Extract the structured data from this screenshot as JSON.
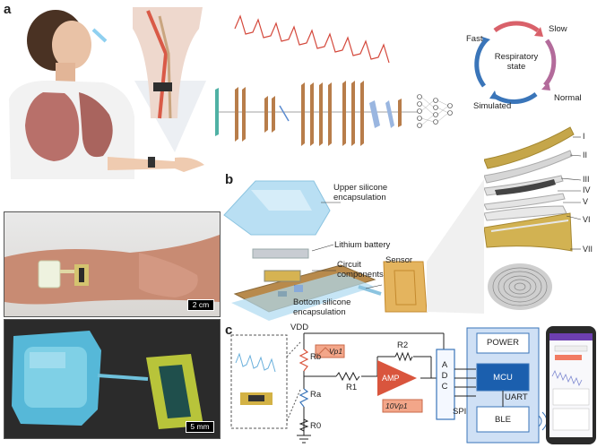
{
  "panels": {
    "a": "a",
    "b": "b",
    "c": "c"
  },
  "respiratory_cycle": {
    "center": "Respiratory\nstate",
    "states": [
      "Fast",
      "Slow",
      "Normal",
      "Simulated"
    ]
  },
  "photos": {
    "scale_top": "2 cm",
    "scale_bottom": "5 mm"
  },
  "panel_b": {
    "upper": "Upper silicone\nencapsulation",
    "battery": "Lithium battery",
    "circuit": "Circuit\ncomponents",
    "sensor": "Sensor",
    "bottom": "Bottom silicone\nencapsulation",
    "layers": [
      "I",
      "II",
      "III",
      "IV",
      "V",
      "VI",
      "VII"
    ]
  },
  "panel_c": {
    "vdd": "VDD",
    "rb": "Rb",
    "ra": "Ra",
    "r0": "R0",
    "r1": "R1",
    "r2": "R2",
    "amp": "AMP",
    "vp1": "Vp1",
    "tenvp1": "10Vp1",
    "adc": "A\nD\nC",
    "spi": "SPI",
    "uart": "UART",
    "power": "POWER",
    "mcu": "MCU",
    "ble": "BLE"
  },
  "colors": {
    "accent_blue": "#3a75b9",
    "copper": "#b5834d",
    "amp_red": "#d9553d",
    "wave_red": "#d4483b"
  }
}
